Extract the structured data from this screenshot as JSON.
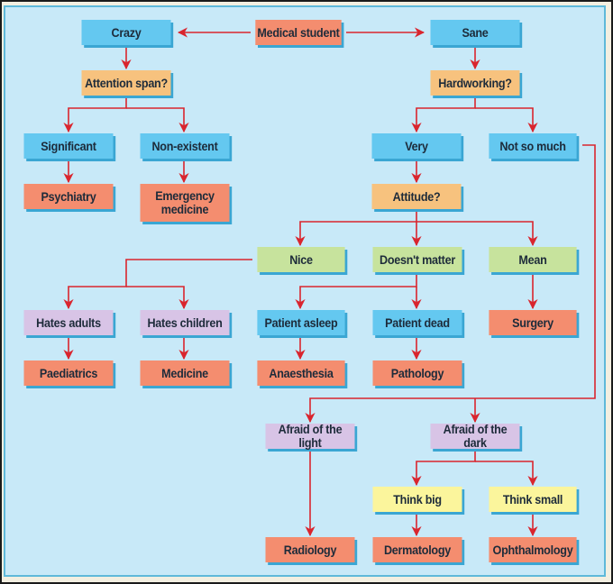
{
  "title": "Medical specialty flowchart",
  "colors": {
    "background": "#c8e9f8",
    "frame_border": "#5fb9da",
    "arrow": "#d9252e",
    "start": "#f48d6f",
    "state": "#64c8f0",
    "question": "#f7c27e",
    "attitude": "#c7e39d",
    "preference": "#d8c4e6",
    "ambition": "#fbf59c",
    "specialty": "#f48d6f"
  },
  "nodes": {
    "medical_student": "Medical student",
    "crazy": "Crazy",
    "sane": "Sane",
    "attention_span": "Attention span?",
    "hardworking": "Hardworking?",
    "significant": "Significant",
    "non_existent": "Non-existent",
    "very": "Very",
    "not_so_much": "Not so much",
    "psychiatry": "Psychiatry",
    "emergency_medicine": "Emergency\nmedicine",
    "attitude": "Attitude?",
    "nice": "Nice",
    "doesnt_matter": "Doesn't matter",
    "mean": "Mean",
    "hates_adults": "Hates adults",
    "hates_children": "Hates children",
    "patient_asleep": "Patient asleep",
    "patient_dead": "Patient dead",
    "surgery": "Surgery",
    "paediatrics": "Paediatrics",
    "medicine": "Medicine",
    "anaesthesia": "Anaesthesia",
    "pathology": "Pathology",
    "afraid_of_light": "Afraid of the light",
    "afraid_of_dark": "Afraid of the dark",
    "think_big": "Think big",
    "think_small": "Think small",
    "radiology": "Radiology",
    "dermatology": "Dermatology",
    "ophthalmology": "Ophthalmology"
  },
  "edges": [
    [
      "medical_student",
      "crazy"
    ],
    [
      "medical_student",
      "sane"
    ],
    [
      "crazy",
      "attention_span"
    ],
    [
      "attention_span",
      "significant"
    ],
    [
      "attention_span",
      "non_existent"
    ],
    [
      "significant",
      "psychiatry"
    ],
    [
      "non_existent",
      "emergency_medicine"
    ],
    [
      "sane",
      "hardworking"
    ],
    [
      "hardworking",
      "very"
    ],
    [
      "hardworking",
      "not_so_much"
    ],
    [
      "very",
      "attitude"
    ],
    [
      "attitude",
      "nice"
    ],
    [
      "attitude",
      "doesnt_matter"
    ],
    [
      "attitude",
      "mean"
    ],
    [
      "nice",
      "hates_adults"
    ],
    [
      "nice",
      "hates_children"
    ],
    [
      "hates_adults",
      "paediatrics"
    ],
    [
      "hates_children",
      "medicine"
    ],
    [
      "doesnt_matter",
      "patient_asleep"
    ],
    [
      "doesnt_matter",
      "patient_dead"
    ],
    [
      "patient_asleep",
      "anaesthesia"
    ],
    [
      "patient_dead",
      "pathology"
    ],
    [
      "mean",
      "surgery"
    ],
    [
      "not_so_much",
      "afraid_of_light"
    ],
    [
      "not_so_much",
      "afraid_of_dark"
    ],
    [
      "afraid_of_light",
      "radiology"
    ],
    [
      "afraid_of_dark",
      "think_big"
    ],
    [
      "afraid_of_dark",
      "think_small"
    ],
    [
      "think_big",
      "dermatology"
    ],
    [
      "think_small",
      "ophthalmology"
    ]
  ]
}
